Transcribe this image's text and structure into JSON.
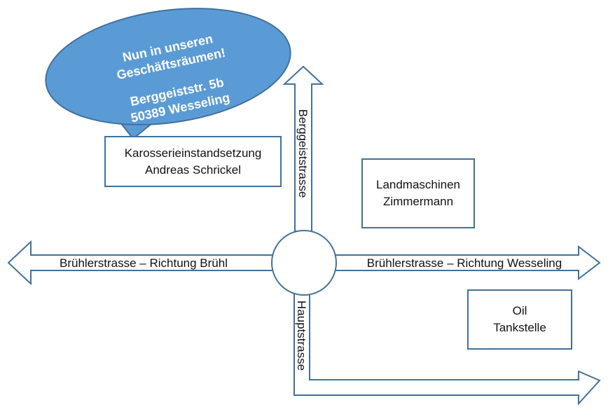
{
  "colors": {
    "outline": "#41719c",
    "bubble": "#5b9bd5",
    "text": "#111111"
  },
  "speech_bubble": {
    "line1": "Nun in unseren",
    "line2": "Geschäftsräumen!",
    "line3": "Berggeiststr. 5b",
    "line4": "50389 Wesseling"
  },
  "roads": {
    "west": "Brühlerstrasse – Richtung Brühl",
    "east": "Brühlerstrasse – Richtung Wesseling",
    "north": "Berggeiststrasse",
    "south": "Hauptstrasse"
  },
  "places": {
    "karosserie": {
      "line1": "Karosserieinstandsetzung",
      "line2": "Andreas Schrickel"
    },
    "landmaschinen": {
      "line1": "Landmaschinen",
      "line2": "Zimmermann"
    },
    "tankstelle": {
      "line1": "Oil",
      "line2": "Tankstelle"
    }
  }
}
